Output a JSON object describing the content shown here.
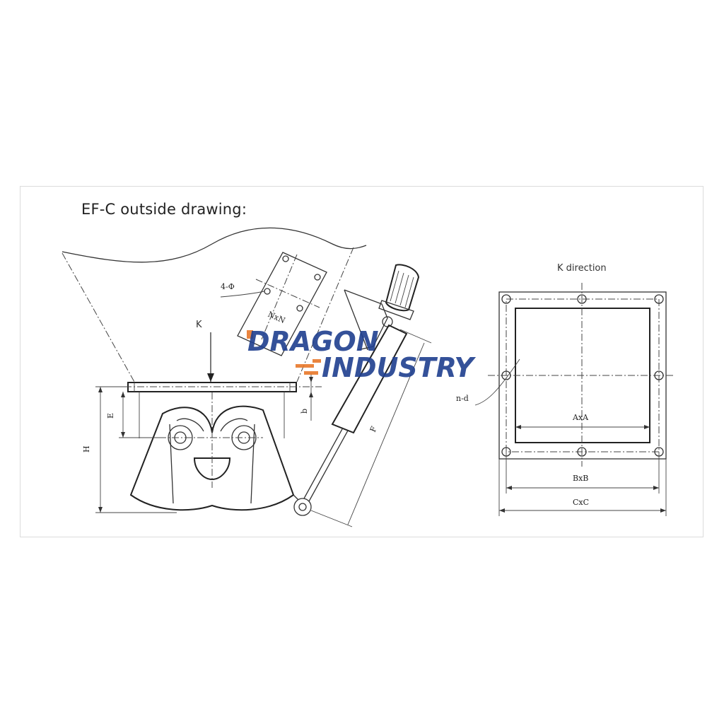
{
  "title": "EF-C outside drawing:",
  "side_view": {
    "label_k": "K",
    "label_holes": "4-Φ",
    "label_nxn": "NxN",
    "label_e": "E",
    "label_h": "H",
    "label_b": "b",
    "label_f": "F"
  },
  "k_view": {
    "heading": "K direction",
    "label_nd": "n-d",
    "label_axa": "AxA",
    "label_bxb": "BxB",
    "label_cxc": "CxC"
  },
  "watermark": {
    "line1": "DRAGON",
    "line2": "INDUSTRY",
    "colors": {
      "primary": "#1f3f8f",
      "accent": "#e8782a"
    }
  }
}
